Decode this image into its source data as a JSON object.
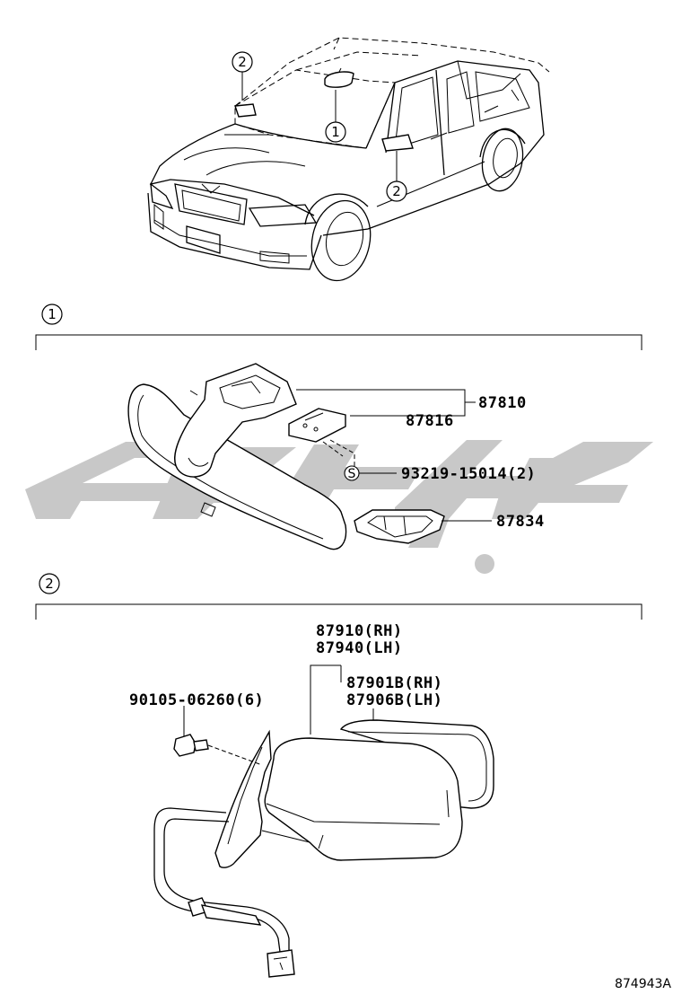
{
  "diagram": {
    "callouts": {
      "car_1": "1",
      "car_2_left": "2",
      "car_2_right": "2",
      "section_1": "1",
      "section_2": "2"
    },
    "parts": {
      "p87810": "87810",
      "p87816": "87816",
      "screw_symbol": "S",
      "p93219": "93219-15014(2)",
      "p87834": "87834",
      "p87910": "87910(RH)",
      "p87940": "87940(LH)",
      "p87901b": "87901B(RH)",
      "p87906b": "87906B(LH)",
      "p90105": "90105-06260(6)"
    },
    "illustration_code": "874943A",
    "watermark": {
      "color": "#c8c8c8"
    }
  }
}
